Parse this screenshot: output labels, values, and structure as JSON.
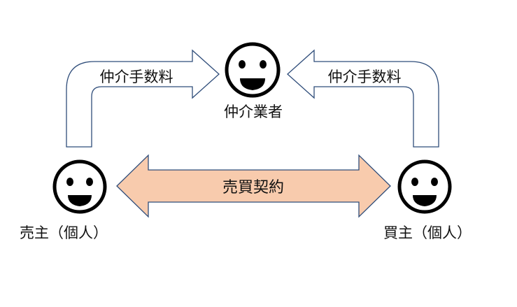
{
  "nodes": {
    "broker": "仲介業者",
    "seller": "売主（個人）",
    "buyer": "買主（個人）"
  },
  "flows": {
    "left_fee": "仲介手数料",
    "right_fee": "仲介手数料",
    "contract": "売買契約"
  },
  "colors": {
    "arrow_outline": "#2F4D7A",
    "contract_fill": "#F8CBAD",
    "contract_outline": "#2F4D7A",
    "face": "#000000"
  }
}
